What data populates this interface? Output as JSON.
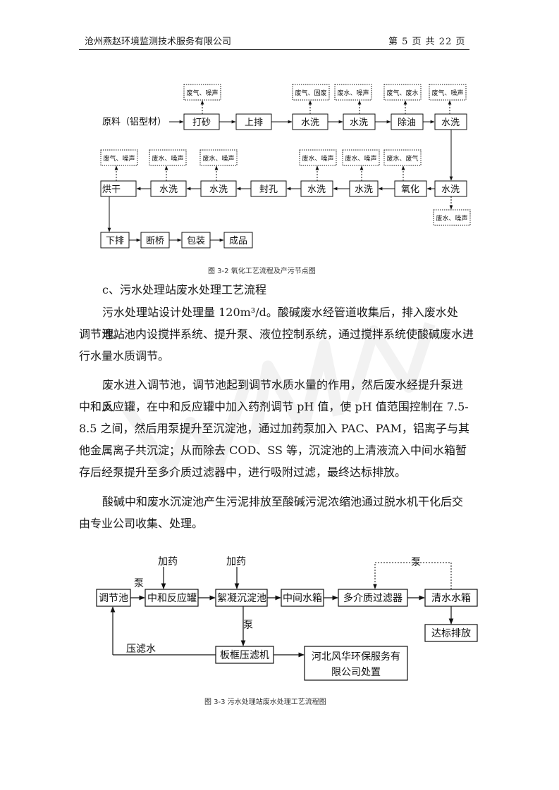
{
  "header": {
    "company": "沧州燕赵环境监测技术服务有限公司",
    "page_info": "第 5 页 共 22 页"
  },
  "figure_3_2": {
    "caption": "图 3-2 氧化工艺流程及产污节点图",
    "raw_material": "原料（铝型材）",
    "row1": [
      "打砂",
      "上排",
      "水洗",
      "水洗",
      "除油",
      "水洗"
    ],
    "row1_emissions": [
      "废气、噪声",
      "废气、固废",
      "废水、噪声",
      "废气、废水",
      "废气、噪声"
    ],
    "row2": [
      "烘干",
      "水洗",
      "水洗",
      "封孔",
      "水洗",
      "水洗",
      "氧化",
      "水洗"
    ],
    "row2_emissions": [
      "废气、噪声",
      "废水、噪声",
      "废水、噪声",
      "废水、噪声",
      "废水、噪声",
      "废水、废气",
      "废水、噪声"
    ],
    "row3": [
      "下排",
      "断桥",
      "包装",
      "成品"
    ]
  },
  "section_title": "c、污水处理站废水处理工艺流程",
  "paragraphs": {
    "p1_first": "污水处理站设计处理量 120m³/d。酸碱废水经管道收集后，排入废水处理站",
    "p1_rest": "调节池。池内设搅拌系统、提升泵、液位控制系统，通过搅拌系统使酸碱废水进行水量水质调节。",
    "p2_first": "废水进入调节池，调节池起到调节水质水量的作用，然后废水经提升泵进入",
    "p2_rest": "中和反应罐，在中和反应罐中加入药剂调节 pH 值，使 pH 值范围控制在 7.5-8.5 之间，然后用泵提升至沉淀池，通过加药泵加入 PAC、PAM，铝离子与其他金属离子共沉淀；从而除去 COD、SS 等，沉淀池的上清液流入中间水箱暂存后经泵提升至多介质过滤器中，进行吸附过滤，最终达标排放。",
    "p3_first": "酸碱中和废水沉淀池产生污泥排放至酸碱污泥浓缩池通过脱水机干化后交",
    "p3_rest": "由专业公司收集、处理。"
  },
  "figure_3_3": {
    "caption": "图 3-3 污水处理站废水处理工艺流程图",
    "nodes": [
      "调节池",
      "中和反应罐",
      "絮凝沉淀池",
      "中间水箱",
      "多介质过滤器",
      "清水水箱",
      "达标排放",
      "板框压滤机"
    ],
    "disposal_line1": "河北风华环保服务有",
    "disposal_line2": "限公司处置",
    "dosing1": "加药",
    "dosing2": "加药",
    "pump1": "泵",
    "pump2": "泵",
    "pump_recycle": "泵",
    "filter_water": "压滤水"
  }
}
